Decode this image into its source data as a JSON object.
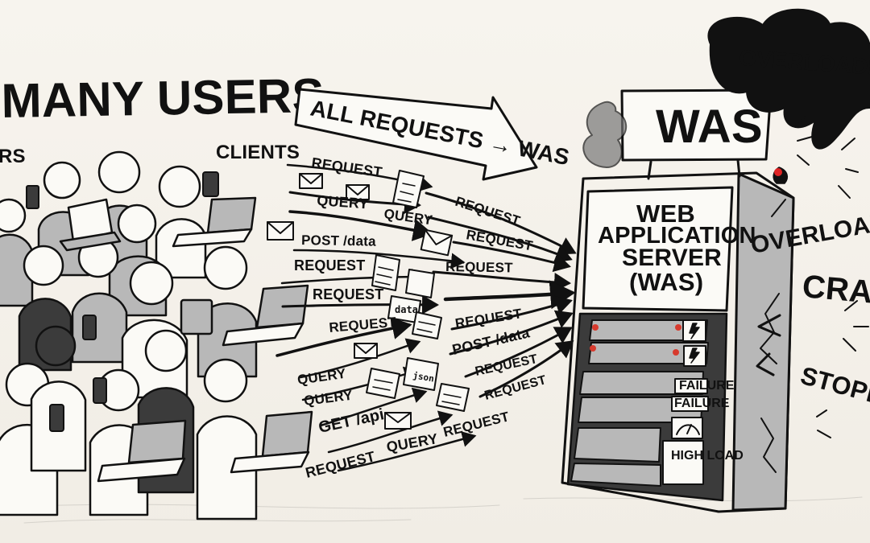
{
  "labels": {
    "many_users": "MANY USERS",
    "users_cutoff": "RS",
    "clients": "CLIENTS",
    "banner": "ALL REQUESTS → WAS",
    "was_sign": "WAS",
    "server_line_1": "WEB",
    "server_line_2": "APPLICATION",
    "server_line_3": "SERVER",
    "server_line_4": "(WAS)",
    "overloaded": "OVERLOADED",
    "overload": "OVERLOAD!",
    "crash": "CRAS",
    "stopped": "STOPPED",
    "failure_1": "FAILURE",
    "failure_2": "FAILURE",
    "high_load": "HIGH LOAD"
  },
  "traffic": [
    "REQUEST",
    "QUERY",
    "POST /data",
    "REQUEST",
    "REQUEST",
    "REQUEST",
    "QUERY",
    "QUERY",
    "GET /api",
    "REQUEST",
    "REQUEST",
    "QUERY",
    "REQUEST",
    "REQUEST",
    "QUERY",
    "REQUEST",
    "REQUEST",
    "POST /data",
    "REQUEST",
    "REQUEST"
  ],
  "doc_labels": {
    "data": "data",
    "json": "json"
  },
  "icons": [
    "person-icon",
    "laptop-icon",
    "phone-icon",
    "tablet-icon",
    "envelope-icon",
    "document-icon",
    "server-icon",
    "smoke-icon",
    "spark-icon"
  ]
}
